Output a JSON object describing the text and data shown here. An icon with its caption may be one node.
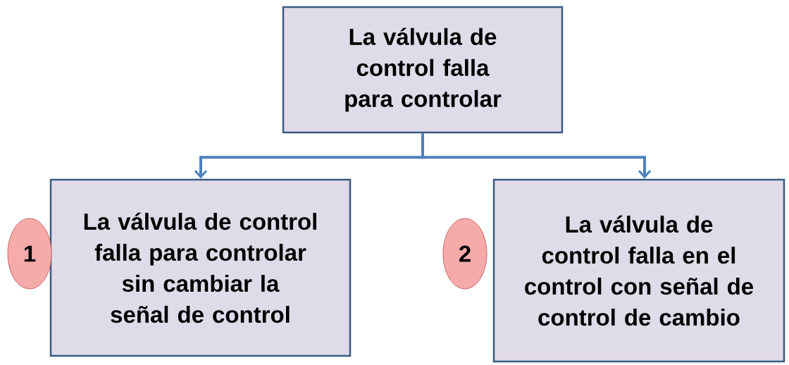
{
  "diagram": {
    "nodes": [
      {
        "text": [
          "La válvula de control falla para controlar"
        ]
      },
      {
        "text": [
          "La válvula de control falla para controlar sin cambiar la señal de control"
        ]
      },
      {
        "text": [
          "La válvula de control falla en el control con señal de control de cambio"
        ]
      },
      {
        "text": [
          "1"
        ]
      },
      {
        "text": [
          "2"
        ]
      }
    ],
    "edges": [
      {
        "from": 0,
        "to": 1,
        "arrow": "to"
      },
      {
        "from": 0,
        "to": 2,
        "arrow": "to"
      }
    ]
  }
}
